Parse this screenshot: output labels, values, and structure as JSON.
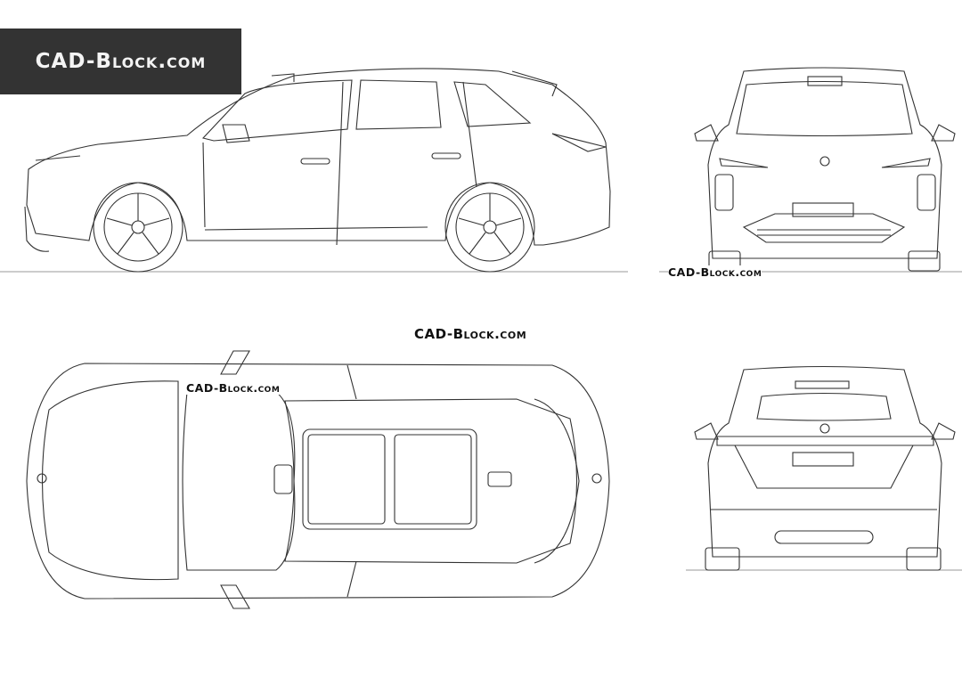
{
  "logo": {
    "text": "CAD-Block.com",
    "background": "#333333"
  },
  "watermarks": [
    "CAD-Block.com",
    "CAD-Block.com",
    "CAD-Block.com"
  ],
  "views": [
    "side",
    "front",
    "top",
    "rear"
  ]
}
